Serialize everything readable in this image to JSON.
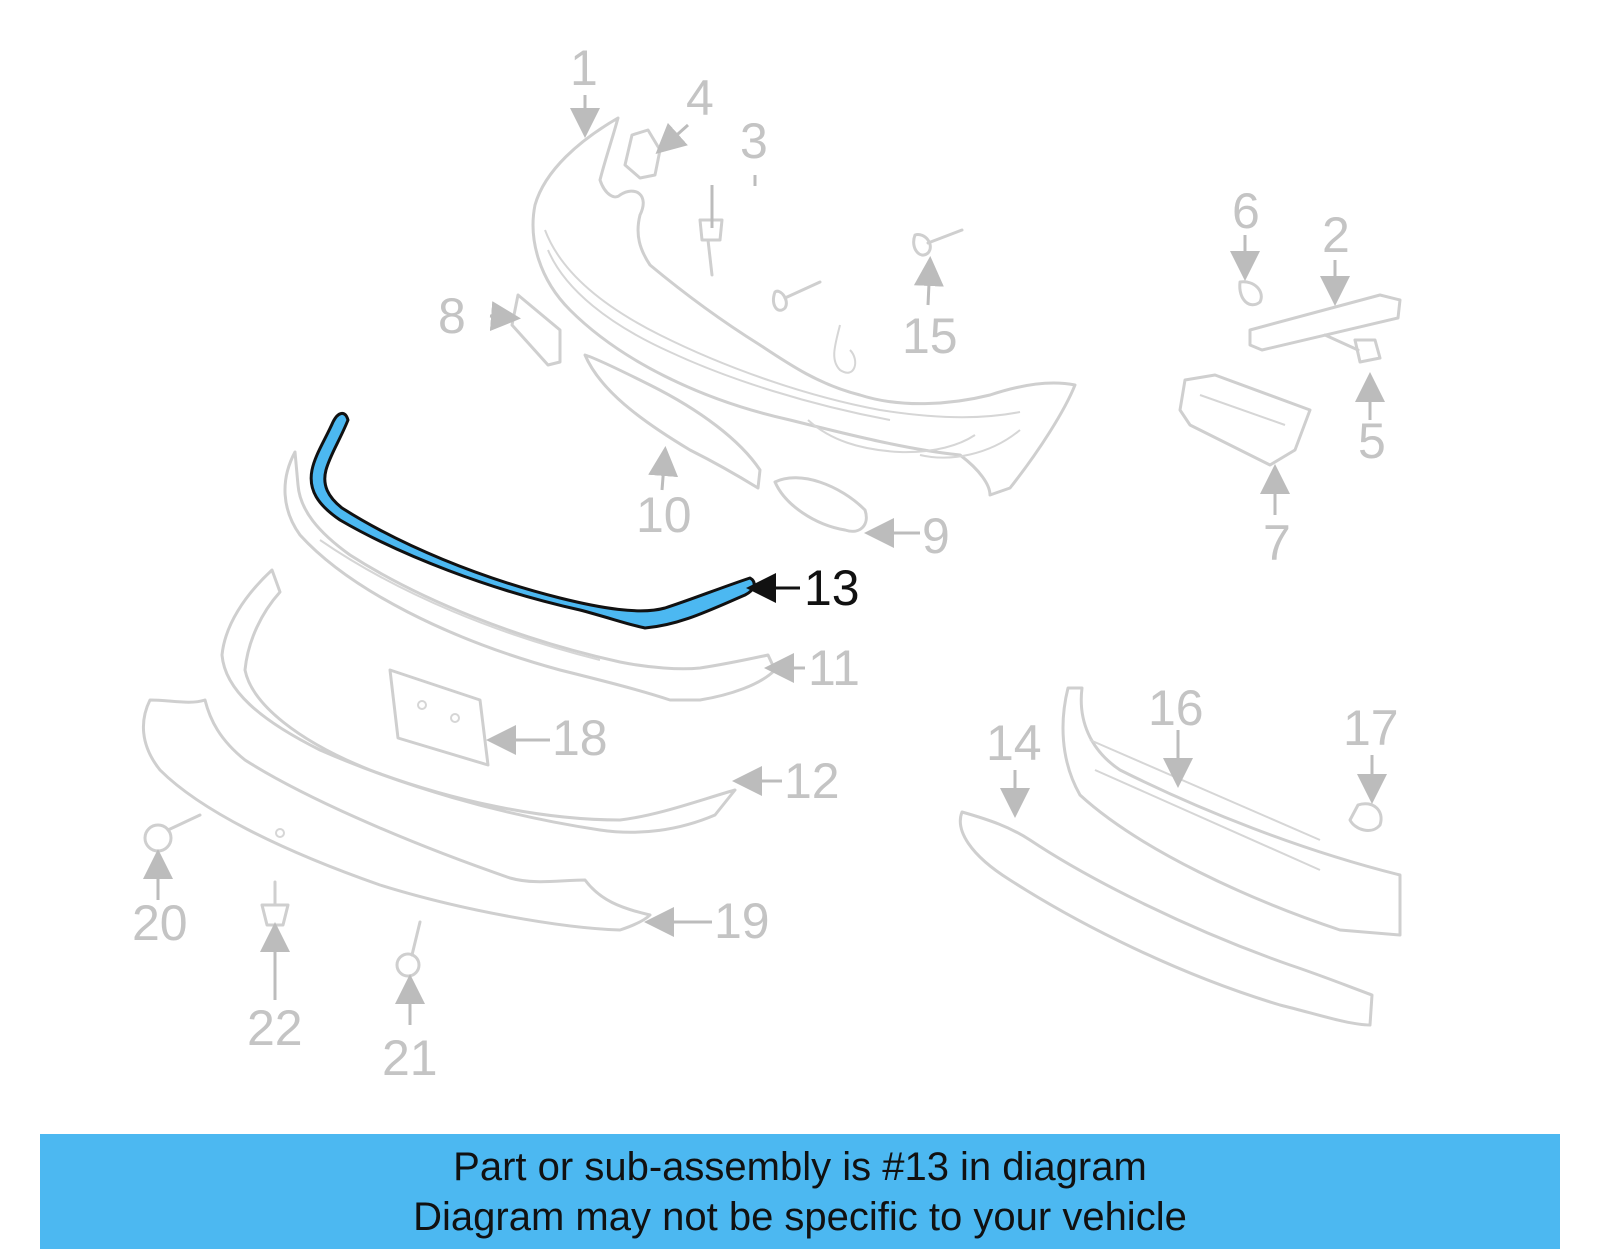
{
  "diagram": {
    "callouts": [
      "1",
      "2",
      "3",
      "4",
      "5",
      "6",
      "7",
      "8",
      "9",
      "10",
      "11",
      "12",
      "13",
      "14",
      "15",
      "16",
      "17",
      "18",
      "19",
      "20",
      "21",
      "22"
    ],
    "highlighted_part": "13",
    "highlight_color": "#4cb8f1",
    "part_color": "#cfcfcf"
  },
  "banner": {
    "line1": "Part or sub-assembly is #13 in diagram",
    "line2": "Diagram may not be specific to your vehicle",
    "background": "#4cb8f1"
  }
}
